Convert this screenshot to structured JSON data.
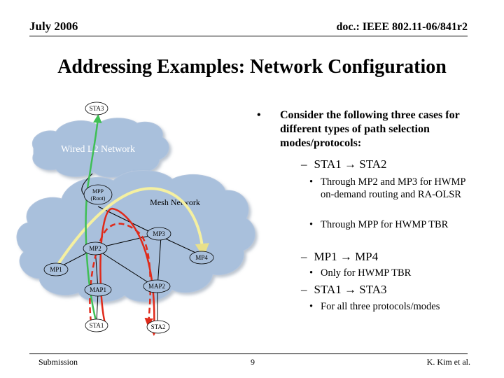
{
  "header": {
    "date": "July 2006",
    "doc": "doc.: IEEE 802.11-06/841r2"
  },
  "title": "Addressing Examples: Network Configuration",
  "diagram": {
    "clouds": {
      "wired": "Wired L2 Network",
      "mesh": "Mesh Network"
    },
    "nodes": {
      "sta3": "STA3",
      "mpp_line1": "MPP",
      "mpp_line2": "(Root)",
      "mp3": "MP3",
      "mp2": "MP2",
      "mp4": "MP4",
      "mp1": "MP1",
      "map1": "MAP1",
      "map2": "MAP2",
      "sta1": "STA1",
      "sta2": "STA2"
    },
    "colors": {
      "cloud": "#a9c0dc",
      "path_yellow": "#f5f0a0",
      "path_red": "#e02a1a",
      "path_green": "#3fbf55"
    }
  },
  "bullets": {
    "intro": "Consider the following three cases for different types of path selection modes/protocols:",
    "case1": {
      "label": "STA1 → STA2",
      "items": [
        "Through MP2 and MP3 for HWMP on-demand routing and RA-OLSR",
        "Through MPP for HWMP TBR"
      ]
    },
    "case2": {
      "label": "MP1 → MP4",
      "items": [
        "Only for HWMP TBR"
      ]
    },
    "case3": {
      "label": "STA1 → STA3",
      "items": [
        "For all three protocols/modes"
      ]
    }
  },
  "footer": {
    "left": "Submission",
    "page": "9",
    "right": "K. Kim et al."
  }
}
